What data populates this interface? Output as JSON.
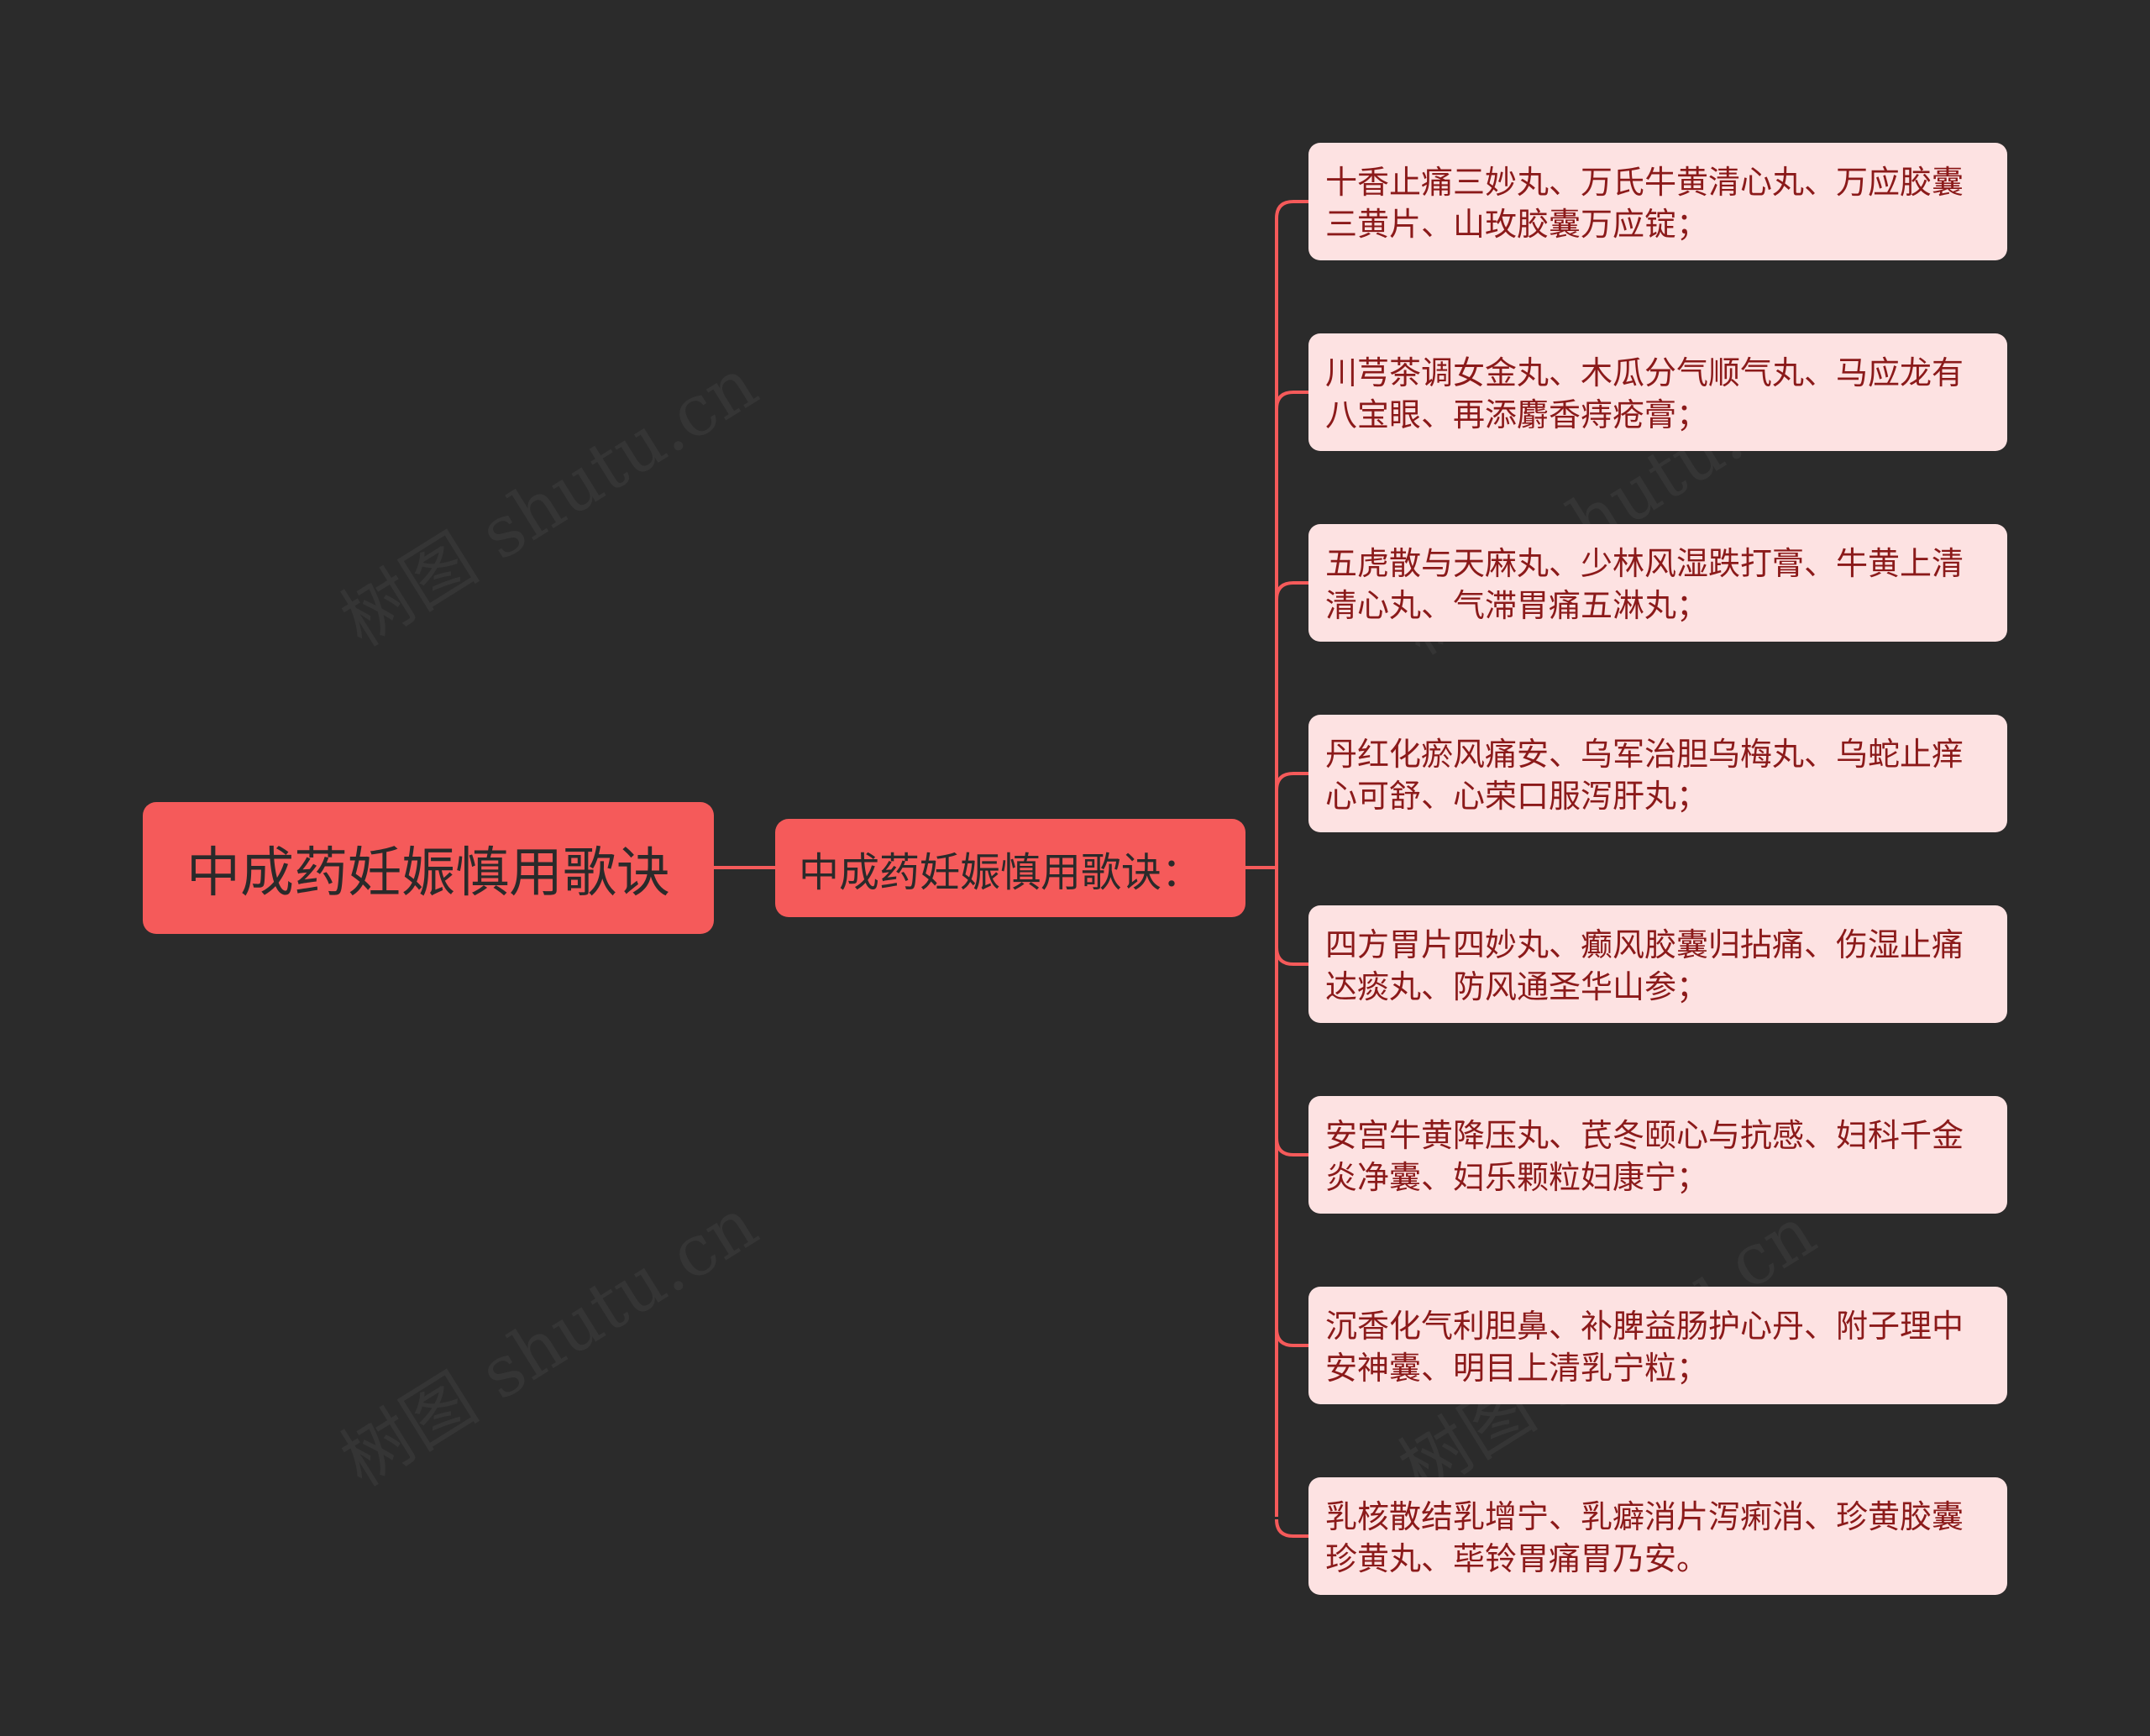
{
  "root": {
    "label": "中成药妊娠慎用歌诀"
  },
  "branch": {
    "label": "中成药妊娠慎用歌诀："
  },
  "leaves": [
    {
      "line1": "十香止痛三妙丸、万氏牛黄清心丸、万应胶囊",
      "line2": "三黄片、山玫胶囊万应锭；"
    },
    {
      "line1": "川芎茶调女金丸、木瓜分气顺气丸、马应龙有",
      "line2": "八宝眼、再添麝香痔疮膏；"
    },
    {
      "line1": "五虎散与天麻丸、少林风湿跌打膏、牛黄上清",
      "line2": "清心丸、气滞胃痛五淋丸；"
    },
    {
      "line1": "丹红化瘀风痛安、乌军治胆乌梅丸、乌蛇止痒",
      "line2": "心可舒、心荣口服泻肝丸；"
    },
    {
      "line1": "四方胃片四妙丸、癫风胶囊归拈痛、伤湿止痛",
      "line2": "达痰丸、防风通圣华山参；"
    },
    {
      "line1": "安宫牛黄降压丸、芪冬颐心与抗感、妇科千金",
      "line2": "炎净囊、妇乐颗粒妇康宁；"
    },
    {
      "line1": "沉香化气利胆鼻、补脾益肠护心丹、附子理中",
      "line2": "安神囊、明目上清乳宁粒；"
    },
    {
      "line1": "乳核散结乳增宁、乳癖消片泻痢消、珍黄胶囊",
      "line2": "珍黄丸、荜铃胃痛胃乃安。"
    }
  ],
  "watermark": "树图 shutu.cn",
  "colors": {
    "background": "#2b2b2b",
    "primary_node": "#f55a5a",
    "leaf_node": "#fde2e2",
    "leaf_text": "#8b1a1a",
    "connector": "#f55a5a"
  }
}
